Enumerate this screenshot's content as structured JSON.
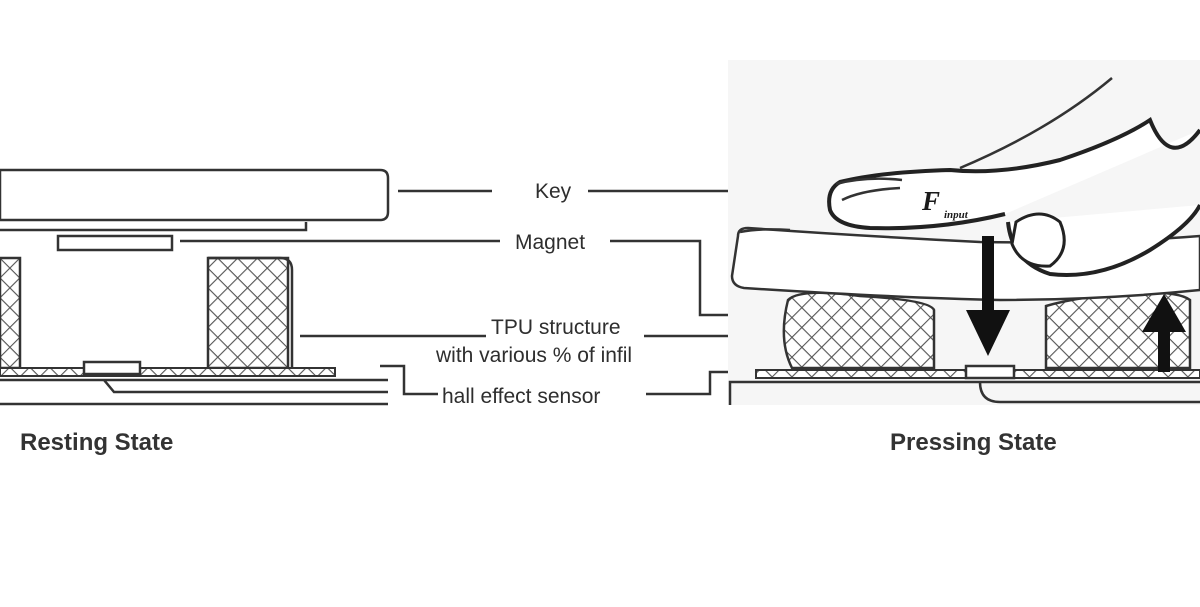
{
  "labels": {
    "key": "Key",
    "magnet": "Magnet",
    "tpu_line1": "TPU structure",
    "tpu_line2": "with  various % of infil",
    "sensor": "hall effect sensor"
  },
  "captions": {
    "resting": "Resting State",
    "pressing": "Pressing State"
  },
  "force": {
    "symbol": "F",
    "subscript": "input"
  },
  "icons": [
    "finger-icon",
    "down-arrow-icon",
    "up-arrow-icon"
  ]
}
